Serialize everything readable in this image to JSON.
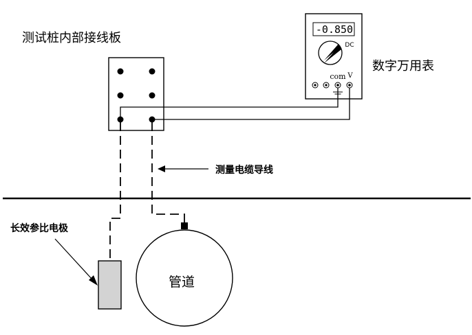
{
  "labels": {
    "board": "测试桩内部接线板",
    "meter": "数字万用表",
    "cable": "测量电缆导线",
    "electrode": "长效参比电极",
    "pipe": "管道"
  },
  "meter": {
    "display": "-0.850",
    "mode": "DC",
    "com": "com",
    "v": "V"
  }
}
